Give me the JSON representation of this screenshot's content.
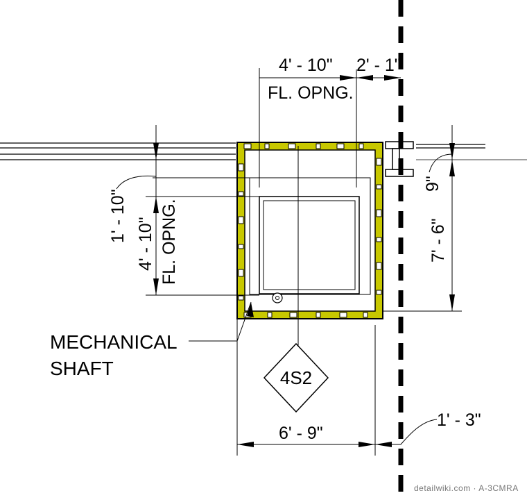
{
  "dimensions": {
    "floor_opening_width": "4' - 10\"",
    "right_offset_top": "2' - 1\"",
    "floor_opening_label_top": "FL. OPNG.",
    "left_offset": "1' - 10\"",
    "floor_opening_depth": "4' - 10\"",
    "floor_opening_label_side": "FL. OPNG.",
    "right_small": "9\"",
    "right_depth": "7' - 6\"",
    "overall_width": "6' - 9\"",
    "right_offset_bottom": "1' - 3\""
  },
  "labels": {
    "note_line1": "MECHANICAL",
    "note_line2": "SHAFT",
    "section_tag": "4S2"
  },
  "watermark": "detailwiki.com · A-3CMRA",
  "colors": {
    "line": "#000000",
    "insulation": "#c8c800"
  }
}
